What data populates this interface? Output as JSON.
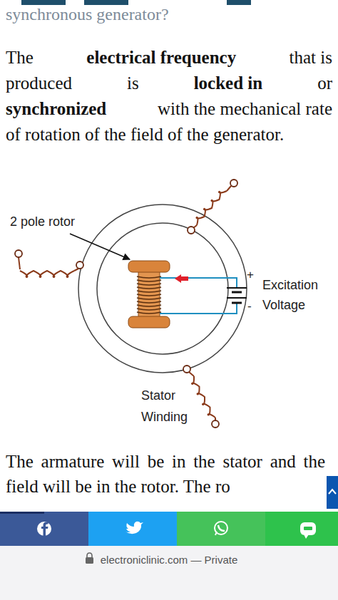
{
  "diagram": {
    "labels": [
      "synchronous generator?",
      "The",
      "electrical frequency",
      "that is",
      "produced",
      "is",
      "locked in",
      "or",
      "synchronized",
      "with the mechanical rate",
      "of rotation of the field of the generator.",
      "2 pole rotor",
      "+",
      "-",
      "Excitation Voltage",
      "Stator Winding",
      "The armature will be in the stator and the field will be in the rotor. The ro",
      "electroniclinic.com — Private"
    ]
  }
}
